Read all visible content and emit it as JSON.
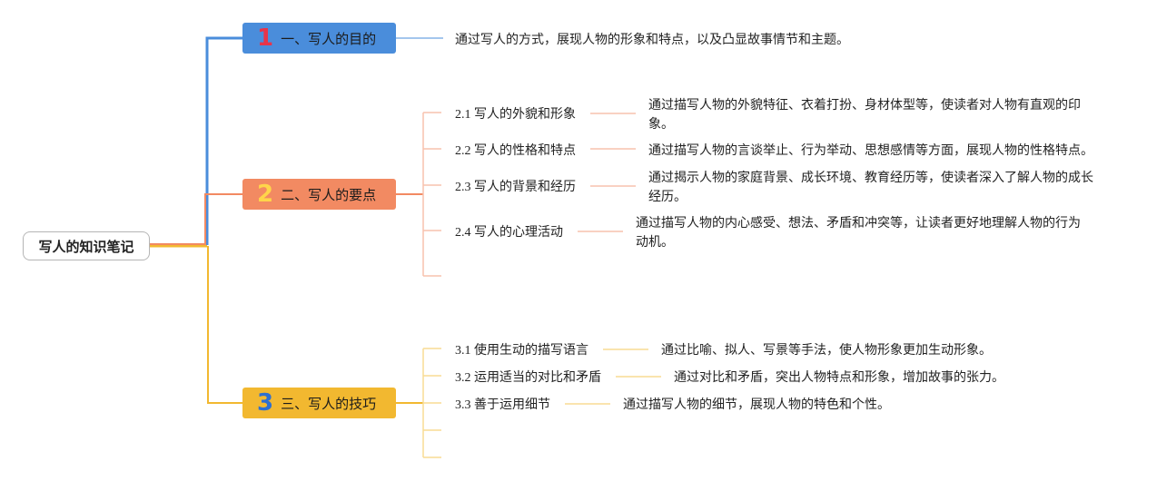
{
  "root": {
    "label": "写人的知识笔记"
  },
  "colors": {
    "blue": "#4a8ddb",
    "orange": "#f28a62",
    "yellow": "#f2b830",
    "num1": "#e8344a",
    "num2": "#ffd54a",
    "num3": "#2e6fd0"
  },
  "branches": [
    {
      "num": "1",
      "label": "一、写人的目的",
      "note": "通过写人的方式，展现人物的形象和特点，以及凸显故事情节和主题。"
    },
    {
      "num": "2",
      "label": "二、写人的要点",
      "items": [
        {
          "label": "2.1 写人的外貌和形象",
          "note": "通过描写人物的外貌特征、衣着打扮、身材体型等，使读者对人物有直观的印象。"
        },
        {
          "label": "2.2 写人的性格和特点",
          "note": "通过描写人物的言谈举止、行为举动、思想感情等方面，展现人物的性格特点。"
        },
        {
          "label": "2.3 写人的背景和经历",
          "note": "通过揭示人物的家庭背景、成长环境、教育经历等，使读者深入了解人物的成长经历。"
        },
        {
          "label": "2.4 写人的心理活动",
          "note": "通过描写人物的内心感受、想法、矛盾和冲突等，让读者更好地理解人物的行为动机。"
        }
      ]
    },
    {
      "num": "3",
      "label": "三、写人的技巧",
      "items": [
        {
          "label": "3.1 使用生动的描写语言",
          "note": "通过比喻、拟人、写景等手法，使人物形象更加生动形象。"
        },
        {
          "label": "3.2 运用适当的对比和矛盾",
          "note": "通过对比和矛盾，突出人物特点和形象，增加故事的张力。"
        },
        {
          "label": "3.3 善于运用细节",
          "note": "通过描写人物的细节，展现人物的特色和个性。"
        }
      ]
    }
  ]
}
